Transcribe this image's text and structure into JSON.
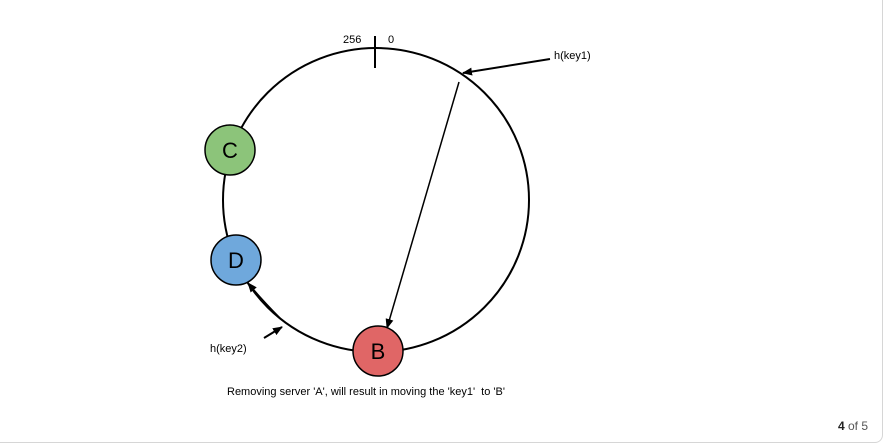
{
  "diagram": {
    "top_left_label": "256",
    "top_right_label": "0",
    "key1_label": "h(key1)",
    "key2_label": "h(key2)",
    "nodes": [
      {
        "label": "C",
        "color": "#8cc47a"
      },
      {
        "label": "D",
        "color": "#6fa8dc"
      },
      {
        "label": "B",
        "color": "#e06666"
      }
    ],
    "caption": "Removing server 'A', will result in moving the 'key1'  to 'B'"
  },
  "pager": {
    "current": "4",
    "of_text": "of 5"
  }
}
